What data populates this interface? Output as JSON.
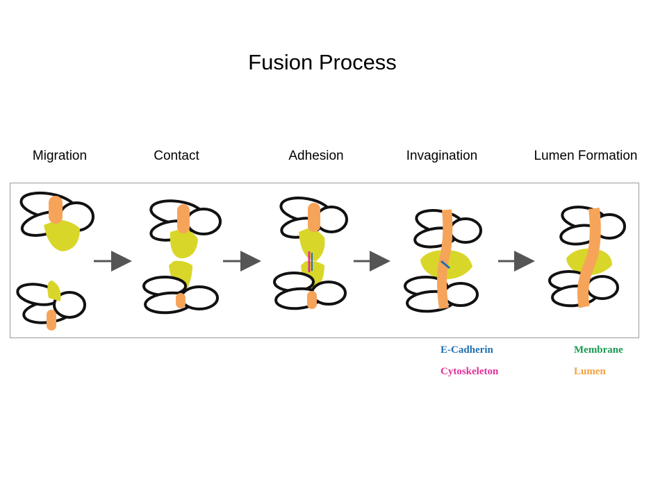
{
  "title": "Fusion Process",
  "stages": [
    {
      "label": "Migration"
    },
    {
      "label": "Contact"
    },
    {
      "label": "Adhesion"
    },
    {
      "label": "Invagination"
    },
    {
      "label": "Lumen Formation"
    }
  ],
  "legend": [
    {
      "label": "E-Cadherin",
      "color": "#1e6fb0"
    },
    {
      "label": "Membrane",
      "color": "#1a9a50"
    },
    {
      "label": "Cytoskeleton",
      "color": "#e0309a"
    },
    {
      "label": "Lumen",
      "color": "#f0a040"
    }
  ],
  "colors": {
    "cell_fill": "#d9d62a",
    "lumen": "#f6a45a",
    "outline": "#111111",
    "arrow": "#555555"
  }
}
